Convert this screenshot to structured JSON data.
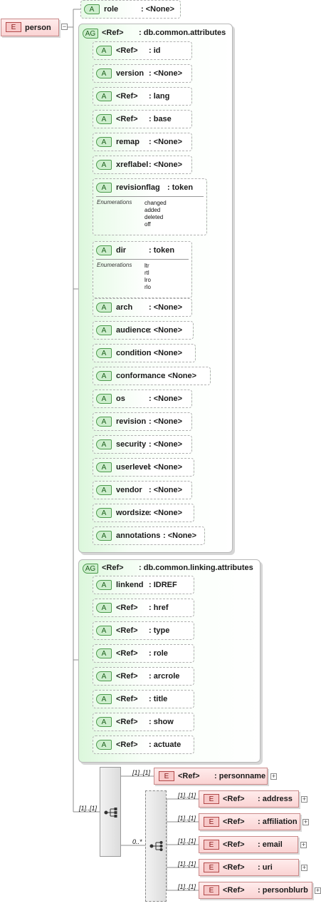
{
  "root": {
    "badge": "E",
    "name": "person"
  },
  "role_attr": {
    "badge": "A",
    "name": "role",
    "type": ": <None>"
  },
  "common_group": {
    "badge": "AG",
    "ref": "<Ref>",
    "name": ": db.common.attributes",
    "attrs": [
      {
        "name": "<Ref>",
        "type": ": id"
      },
      {
        "name": "version",
        "type": ": <None>"
      },
      {
        "name": "<Ref>",
        "type": ": lang"
      },
      {
        "name": "<Ref>",
        "type": ": base"
      },
      {
        "name": "remap",
        "type": ": <None>"
      },
      {
        "name": "xreflabel",
        "type": ": <None>"
      },
      {
        "name": "revisionflag",
        "type": ": token",
        "enum_label": "Enumerations",
        "enums": [
          "changed",
          "added",
          "deleted",
          "off"
        ]
      },
      {
        "name": "dir",
        "type": ": token",
        "enum_label": "Enumerations",
        "enums": [
          "ltr",
          "rtl",
          "lro",
          "rlo"
        ]
      },
      {
        "name": "arch",
        "type": ": <None>"
      },
      {
        "name": "audience",
        "type": ": <None>"
      },
      {
        "name": "condition",
        "type": ": <None>"
      },
      {
        "name": "conformance",
        "type": ": <None>"
      },
      {
        "name": "os",
        "type": ": <None>"
      },
      {
        "name": "revision",
        "type": ": <None>"
      },
      {
        "name": "security",
        "type": ": <None>"
      },
      {
        "name": "userlevel",
        "type": ": <None>"
      },
      {
        "name": "vendor",
        "type": ": <None>"
      },
      {
        "name": "wordsize",
        "type": ": <None>"
      },
      {
        "name": "annotations",
        "type": ": <None>"
      }
    ]
  },
  "linking_group": {
    "badge": "AG",
    "ref": "<Ref>",
    "name": ": db.common.linking.attributes",
    "attrs": [
      {
        "name": "linkend",
        "type": ": IDREF"
      },
      {
        "name": "<Ref>",
        "type": ": href"
      },
      {
        "name": "<Ref>",
        "type": ": type"
      },
      {
        "name": "<Ref>",
        "type": ": role"
      },
      {
        "name": "<Ref>",
        "type": ": arcrole"
      },
      {
        "name": "<Ref>",
        "type": ": title"
      },
      {
        "name": "<Ref>",
        "type": ": show"
      },
      {
        "name": "<Ref>",
        "type": ": actuate"
      }
    ]
  },
  "sequence": {
    "card": "[1]..[1]"
  },
  "personname": {
    "card": "[1]..[1]",
    "badge": "E",
    "ref": "<Ref>",
    "name": ": personname",
    "plus": "+"
  },
  "choice": {
    "card": "0..*"
  },
  "choice_items": [
    {
      "card": "[1]..[1]",
      "badge": "E",
      "ref": "<Ref>",
      "name": ": address",
      "plus": "+"
    },
    {
      "card": "[1]..[1]",
      "badge": "E",
      "ref": "<Ref>",
      "name": ": affiliation",
      "plus": "+"
    },
    {
      "card": "[1]..[1]",
      "badge": "E",
      "ref": "<Ref>",
      "name": ": email",
      "plus": "+"
    },
    {
      "card": "[1]..[1]",
      "badge": "E",
      "ref": "<Ref>",
      "name": ": uri",
      "plus": "+"
    },
    {
      "card": "[1]..[1]",
      "badge": "E",
      "ref": "<Ref>",
      "name": ": personblurb",
      "plus": "+"
    }
  ],
  "colors": {
    "element_fill": "#fbd5d5",
    "attribute_fill": "#e9fbe9",
    "group_fill": "#dcf7dc",
    "connector": "#8c8c8c"
  }
}
